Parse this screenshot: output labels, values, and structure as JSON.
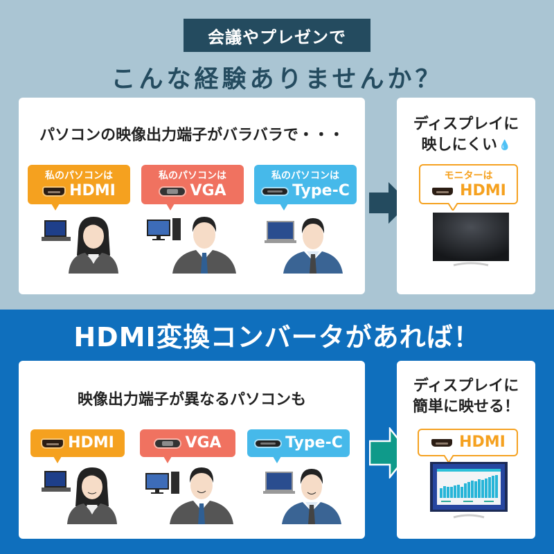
{
  "top": {
    "badge": "会議やプレゼンで",
    "headline": "こんな経験ありませんか？",
    "left_card": {
      "title": "パソコンの映像出力端子がバラバラで・・・",
      "bubbles": [
        {
          "line1": "私のパソコンは",
          "port": "HDMI",
          "icon": "hdmi-port-icon",
          "color": "#f5a11f",
          "device": "laptop",
          "person": "woman"
        },
        {
          "line1": "私のパソコンは",
          "port": "VGA",
          "icon": "vga-port-icon",
          "color": "#f07260",
          "device": "desktop-pc",
          "person": "man"
        },
        {
          "line1": "私のパソコンは",
          "port": "Type-C",
          "icon": "usb-typec-port-icon",
          "color": "#46b9ea",
          "device": "laptop",
          "person": "man"
        }
      ]
    },
    "right_card": {
      "title_line1": "ディスプレイに",
      "title_line2": "映しにくい",
      "bubble_line1": "モニターは",
      "bubble_port": "HDMI"
    },
    "arrow_color": "#244b5f"
  },
  "bottom": {
    "title": "HDMI変換コンバータがあれば！",
    "left_card": {
      "title": "映像出力端子が異なるパソコンも",
      "bubbles": [
        {
          "port": "HDMI",
          "icon": "hdmi-port-icon",
          "color": "#f5a11f"
        },
        {
          "port": "VGA",
          "icon": "vga-port-icon",
          "color": "#f07260"
        },
        {
          "port": "Type-C",
          "icon": "usb-typec-port-icon",
          "color": "#46b9ea"
        }
      ]
    },
    "right_card": {
      "title_line1": "ディスプレイに",
      "title_line2": "簡単に映せる！",
      "bubble_port": "HDMI"
    },
    "arrow_color": "#0f9a8a"
  },
  "colors": {
    "top_bg": "#aac5d3",
    "bottom_bg": "#0f6fbd",
    "navy": "#244b5f",
    "hdmi_orange": "#f5a11f",
    "vga_red": "#f07260",
    "typec_blue": "#46b9ea"
  }
}
